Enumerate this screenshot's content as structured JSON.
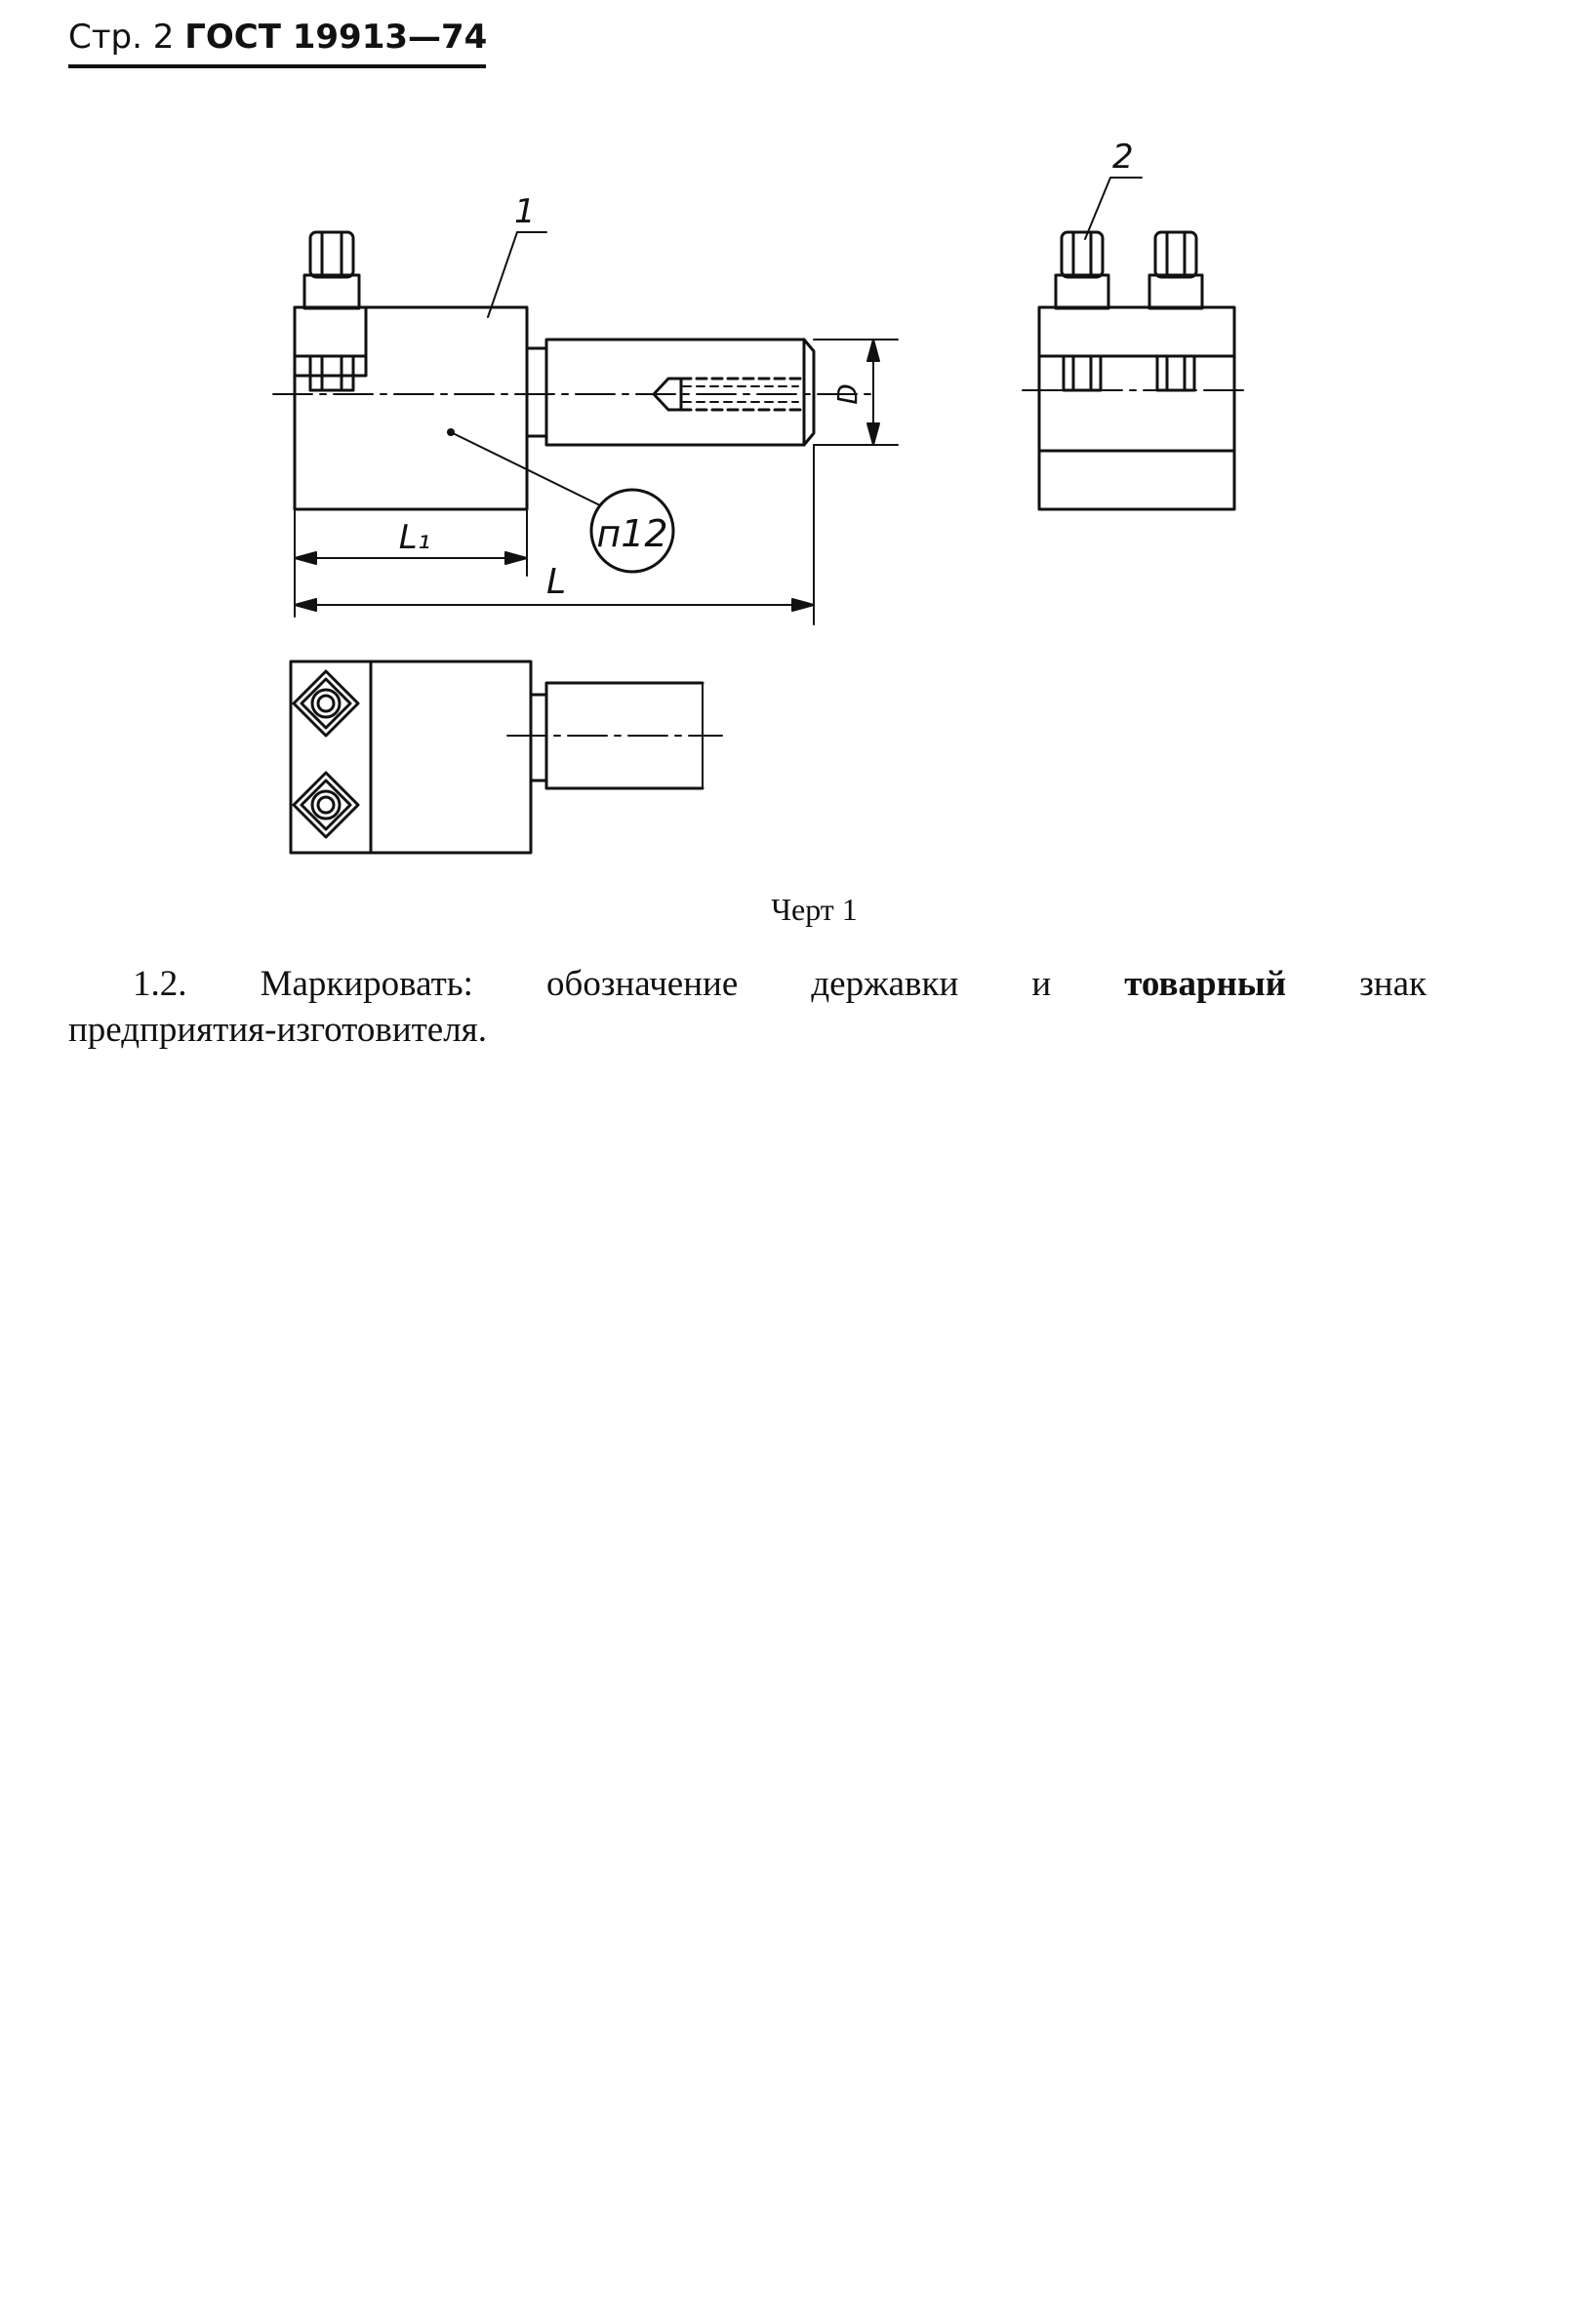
{
  "header": {
    "page_prefix": "Стр. 2",
    "standard": "ГОСТ 19913—74"
  },
  "drawing": {
    "labels": {
      "part1": "1",
      "part2": "2",
      "roughness": "п12",
      "l1": "L₁",
      "l": "L",
      "d": "D"
    }
  },
  "caption": "Черт  1",
  "paragraph": {
    "line1_start": "1.2. Маркировать: обозначение державки и",
    "line1_bold": "товарный",
    "line1_end": "знак",
    "line2": "предприятия-изготовителя."
  }
}
